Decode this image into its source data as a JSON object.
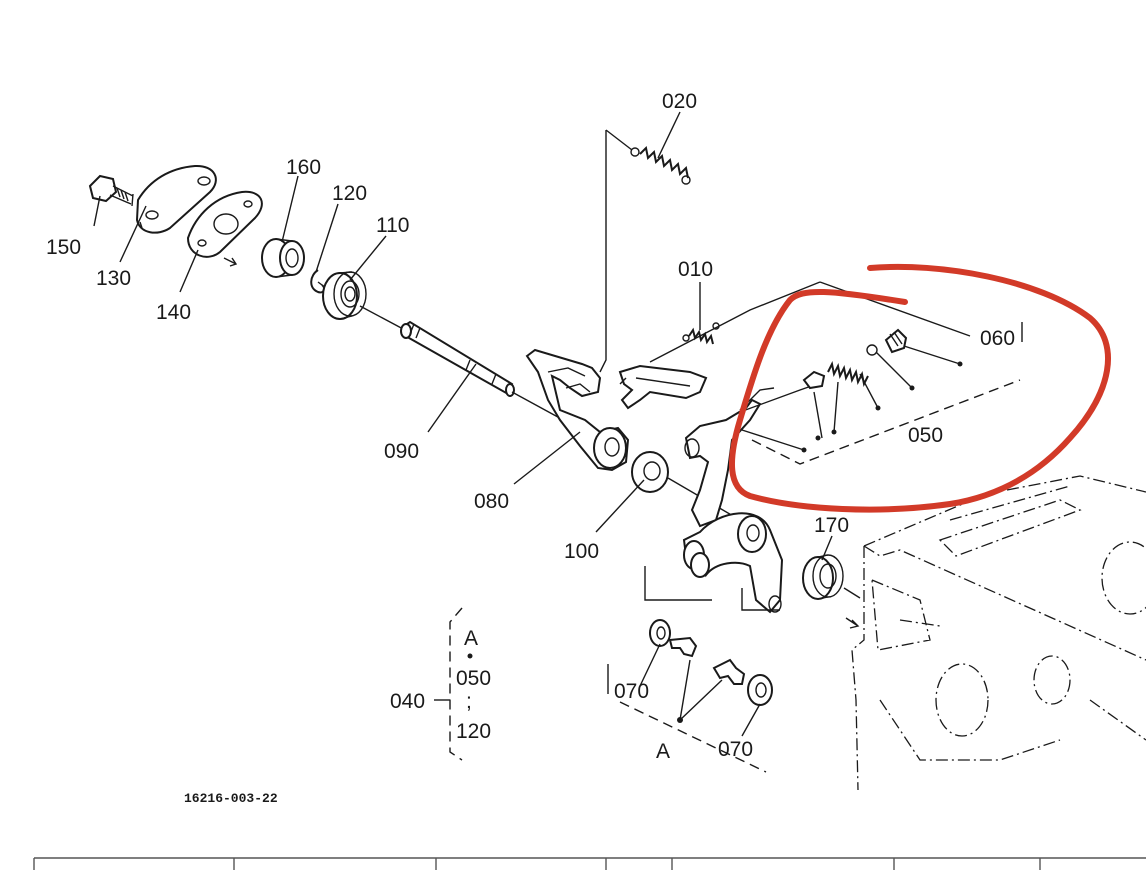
{
  "diagram": {
    "part_labels": {
      "p010": "010",
      "p020": "020",
      "p040": "040",
      "p050": "050",
      "p060": "060",
      "p070a": "070",
      "p070b": "070",
      "p080": "080",
      "p090": "090",
      "p100": "100",
      "p110": "110",
      "p120": "120",
      "p130": "130",
      "p140": "140",
      "p150": "150",
      "p160": "160",
      "p170": "170"
    },
    "kit_bracket": {
      "letter": "A",
      "from": "050",
      "to": "120"
    },
    "group_letter": "A",
    "drawing_code": "16216-003-22",
    "annotation_color": "#d23a28"
  }
}
